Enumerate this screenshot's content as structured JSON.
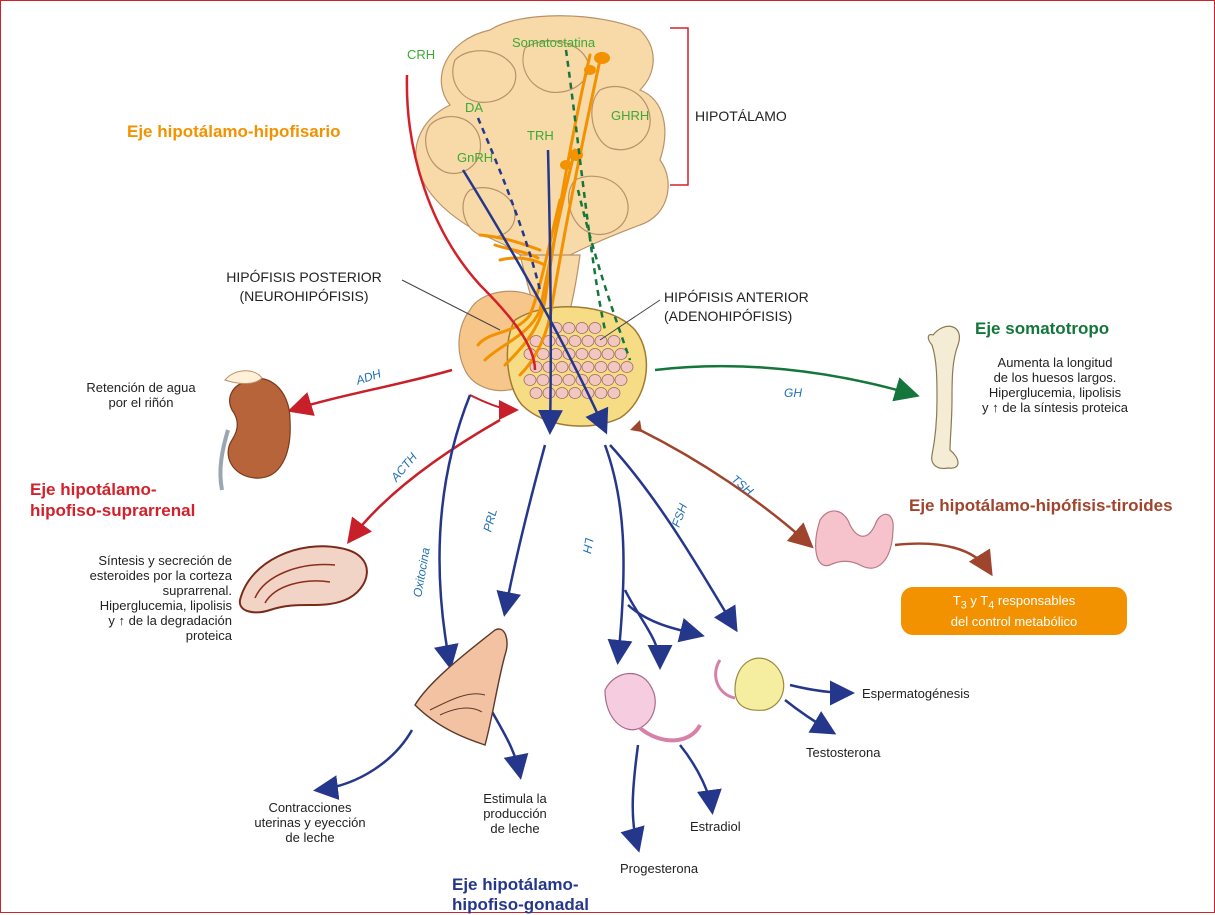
{
  "hormones": {
    "crh": "CRH",
    "somatostatina": "Somatostatina",
    "da": "DA",
    "trh": "TRH",
    "ghrh": "GHRH",
    "gnrh": "GnRH"
  },
  "structures": {
    "hipotalamo": "HIPOTÁLAMO",
    "posterior_line1": "HIPÓFISIS POSTERIOR",
    "posterior_line2": "(NEUROHIPÓFISIS)",
    "anterior_line1": "HIPÓFISIS ANTERIOR",
    "anterior_line2": "(ADENOHIPÓFISIS)"
  },
  "secreted": {
    "adh": "ADH",
    "acth": "ACTH",
    "oxitocina": "Oxitocina",
    "prl": "PRL",
    "lh": "LH",
    "fsh": "FSH",
    "tsh": "TSH",
    "gh": "GH"
  },
  "axes": {
    "hipotalamo_hipofisario": "Eje hipotálamo-hipofisario",
    "somatotropo": "Eje somatotropo",
    "suprarrenal_line1": "Eje hipotálamo-",
    "suprarrenal_line2": "hipofiso-suprarrenal",
    "tiroides": "Eje hipotálamo-hipófisis-tiroides",
    "gonadal_line1": "Eje hipotálamo-",
    "gonadal_line2": "hipofiso-gonadal"
  },
  "effects": {
    "rinon_line1": "Retención de agua",
    "rinon_line2": "por el riñón",
    "gh_line1": "Aumenta la longitud",
    "gh_line2": "de los huesos largos.",
    "gh_line3": "Hiperglucemia, lipolisis",
    "gh_line4": "y ↑ de la síntesis proteica",
    "acth_line1": "Síntesis y secreción de",
    "acth_line2": "esteroides por la corteza",
    "acth_line3": "suprarrenal.",
    "acth_line4": "Hiperglucemia, lipolisis",
    "acth_line5": "y ↑ de la degradación",
    "acth_line6": "proteica",
    "t3_line1_a": "T",
    "t3_line1_sub1": "3",
    "t3_line1_b": " y T",
    "t3_line1_sub2": "4",
    "t3_line1_c": " responsables",
    "t3_line2": "del control metabólico",
    "espermatogenesis": "Espermatogénesis",
    "testosterona": "Testosterona",
    "estradiol": "Estradiol",
    "progesterona": "Progesterona",
    "contracciones_line1": "Contracciones",
    "contracciones_line2": "uterinas y eyección",
    "contracciones_line3": "de leche",
    "leche_line1": "Estimula la",
    "leche_line2": "producción",
    "leche_line3": "de leche"
  },
  "colors": {
    "frame": "#d4202a",
    "orange_axis": "#f39200",
    "red_axis": "#d4202a",
    "green_axis": "#15763b",
    "brown_axis": "#a0452d",
    "navy_axis": "#25378b",
    "hormone_green": "#3aaa35",
    "hormone_blue": "#1f6fb4",
    "tissue": "#f8d9a8"
  }
}
